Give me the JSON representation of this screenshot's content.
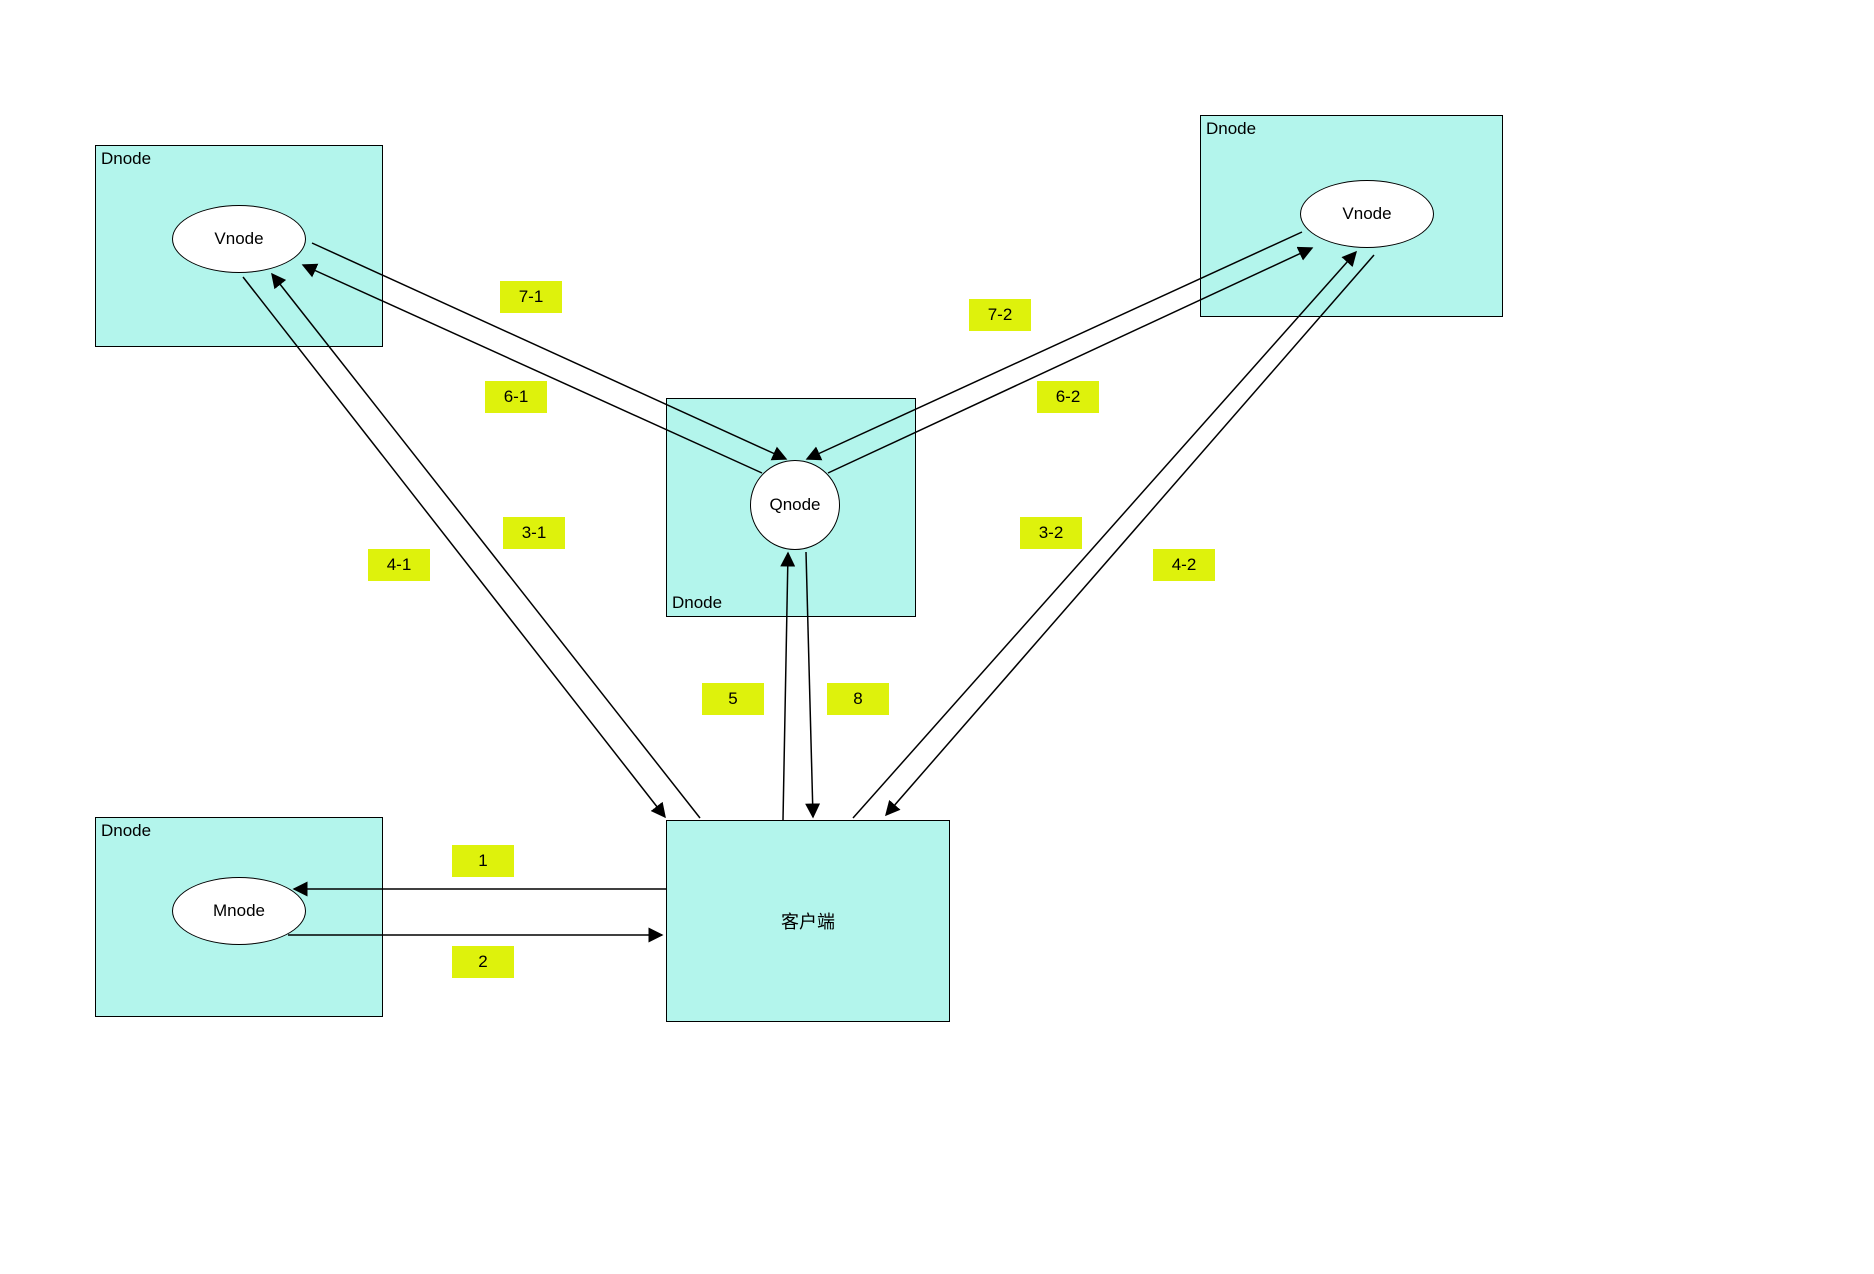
{
  "colors": {
    "node_fill": "#b3f5ec",
    "label_fill": "#def20c",
    "stroke": "#000000"
  },
  "nodes": {
    "tl": {
      "title": "Dnode",
      "inner": "Vnode"
    },
    "tr": {
      "title": "Dnode",
      "inner": "Vnode"
    },
    "mid": {
      "title": "Dnode",
      "inner": "Qnode"
    },
    "bl": {
      "title": "Dnode",
      "inner": "Mnode"
    },
    "client": {
      "title": "客户端"
    }
  },
  "edges": {
    "e1": "1",
    "e2": "2",
    "e3_1": "3-1",
    "e4_1": "4-1",
    "e3_2": "3-2",
    "e4_2": "4-2",
    "e5": "5",
    "e8": "8",
    "e6_1": "6-1",
    "e7_1": "7-1",
    "e6_2": "6-2",
    "e7_2": "7-2"
  }
}
